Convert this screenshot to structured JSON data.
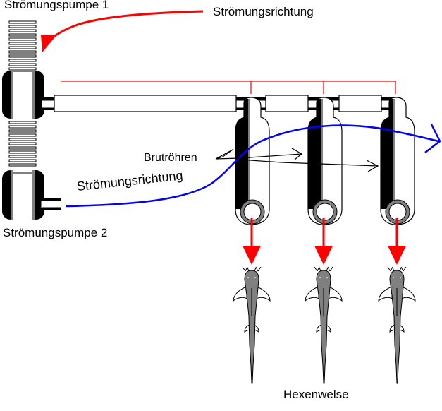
{
  "labels": {
    "pump1": "Strömungspumpe 1",
    "pump2": "Strömungspumpe 2",
    "flow_top": "Strömungsrichtung",
    "flow_curve": "Strömungsrichtung",
    "breeding_tubes": "Brutröhren",
    "fish": "Hexenwelse"
  },
  "colors": {
    "red_arrow": "#ff0000",
    "blue_flow": "#0000ff",
    "tube_gray": "#808080",
    "fish_gray": "#808080",
    "outline": "#000000"
  },
  "tubes": [
    {
      "name": "tube-1"
    },
    {
      "name": "tube-2"
    },
    {
      "name": "tube-3"
    }
  ]
}
